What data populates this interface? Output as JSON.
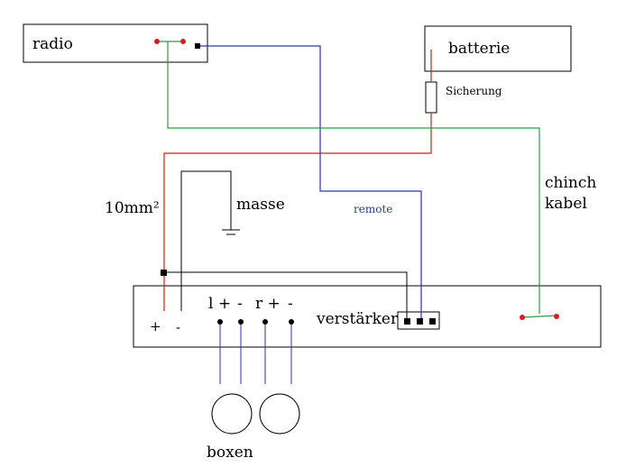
{
  "colors": {
    "wire_power": "#cc2222",
    "wire_remote": "#2a3a9c",
    "wire_signal": "#2f9a4a",
    "wire_ground": "#000000",
    "wire_speaker": "#2a3a9c",
    "outline": "#000000"
  },
  "labels": {
    "radio": "radio",
    "batterie": "batterie",
    "sicherung": "Sicherung",
    "chinch": "chinch",
    "kabel": "kabel",
    "cable_size": "10mm²",
    "masse": "masse",
    "remote": "remote",
    "amplifier": "verstärker",
    "boxen": "boxen"
  },
  "amp_terminals": {
    "plus": "+",
    "minus": "-",
    "left_plus": "l +",
    "left_minus": "-",
    "right_plus": "r +",
    "right_minus": "-"
  }
}
